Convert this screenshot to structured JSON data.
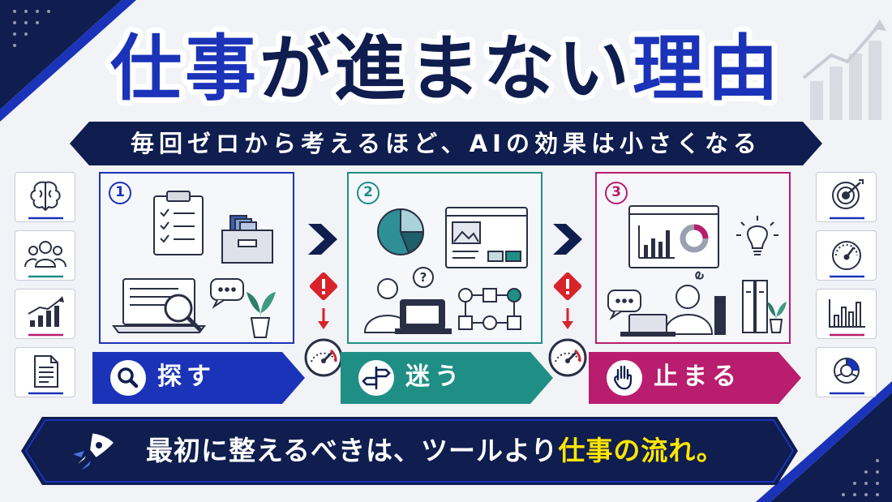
{
  "title": {
    "part1": "仕事",
    "part2": "が進まない",
    "part3": "理由"
  },
  "subtitle": "毎回ゼロから考えるほど、AIの効果は小さくなる",
  "steps": [
    {
      "number": "1",
      "label": "探す",
      "icon": "magnifier-icon",
      "color": "#1b33b8"
    },
    {
      "number": "2",
      "label": "迷う",
      "icon": "signpost-icon",
      "color": "#1f8f86"
    },
    {
      "number": "3",
      "label": "止まる",
      "icon": "hand-stop-icon",
      "color": "#b81d6e"
    }
  ],
  "left_icons": [
    "brain-icon",
    "team-icon",
    "growth-chart-icon",
    "document-icon"
  ],
  "right_icons": [
    "target-icon",
    "gauge-icon",
    "bar-chart-icon",
    "donut-chart-icon"
  ],
  "footer": {
    "text_main": "最初に整えるべきは、ツールより",
    "text_highlight": "仕事の流れ。",
    "icon": "rocket-icon"
  },
  "colors": {
    "navy": "#0f1d4f",
    "blue": "#1b33b8",
    "teal": "#1f8f86",
    "magenta": "#b81d6e",
    "warning": "#d8232a",
    "highlight": "#ffe600"
  }
}
